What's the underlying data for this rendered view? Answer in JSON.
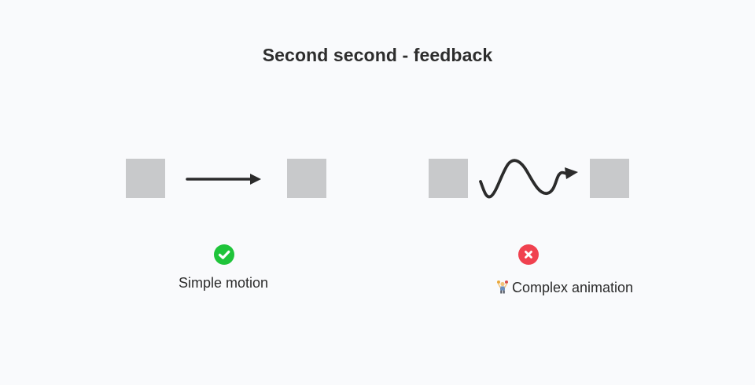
{
  "title": "Second second - feedback",
  "left": {
    "caption": "Simple motion",
    "status": "check-icon",
    "status_color": "#1fc43a"
  },
  "right": {
    "caption": "Complex animation",
    "status": "cross-icon",
    "status_color": "#f0414f",
    "caption_icon": "juggling-person-icon"
  },
  "colors": {
    "background": "#f9fafc",
    "box": "#c8c9cb",
    "arrow": "#2b2b2b"
  }
}
